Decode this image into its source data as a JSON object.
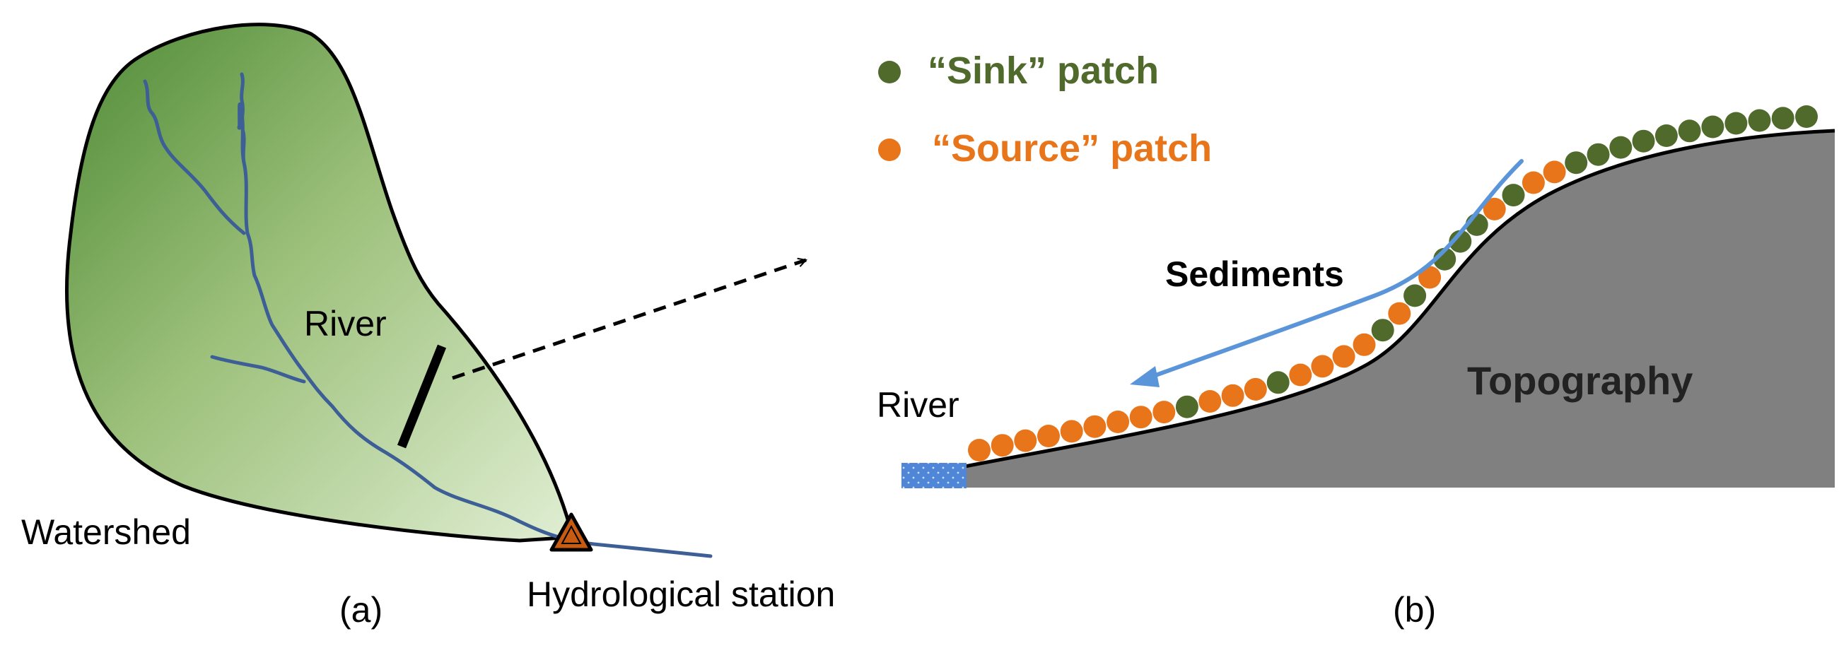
{
  "panel_a": {
    "river_label": "River",
    "watershed_label": "Watershed",
    "station_label": "Hydrological station",
    "caption": "(a)"
  },
  "panel_b": {
    "legend": [
      {
        "label": "“Sink” patch",
        "color": "#4f6a2b"
      },
      {
        "label": "“Source” patch",
        "color": "#e8751a"
      }
    ],
    "sediments_label": "Sediments",
    "river_label": "River",
    "topography_label": "Topography",
    "caption": "(b)",
    "patch_sequence": [
      "source",
      "source",
      "source",
      "source",
      "source",
      "source",
      "source",
      "source",
      "source",
      "sink",
      "source",
      "source",
      "source",
      "sink",
      "source",
      "source",
      "source",
      "source",
      "sink",
      "source",
      "sink",
      "source",
      "sink",
      "sink",
      "sink",
      "source",
      "sink",
      "source",
      "source",
      "sink",
      "sink",
      "sink",
      "sink",
      "sink",
      "sink",
      "sink",
      "sink",
      "sink",
      "sink",
      "sink"
    ]
  },
  "colors": {
    "river_line": "#3d5f96",
    "watershed_dark": "#4e8a35",
    "watershed_light": "#d9eac9",
    "topography": "#808080",
    "sediment_arrow": "#5b95d9",
    "station_fill": "#c75b12",
    "river_water": "#4f86d8",
    "sink": "#4f6a2b",
    "source": "#e8751a"
  }
}
